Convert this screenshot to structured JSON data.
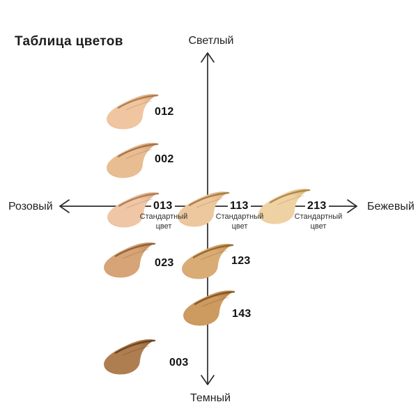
{
  "title": "Таблица цветов",
  "axes": {
    "top": "Светлый",
    "bottom": "Темный",
    "left": "Розовый",
    "right": "Бежевый",
    "line_color": "#2b2b2b"
  },
  "standard_note": {
    "line1": "Стандартный",
    "line2": "цвет"
  },
  "swatches": [
    {
      "code": "012",
      "column": "left",
      "row": 1,
      "is_standard": false,
      "colors": {
        "base": "#F0C6A0",
        "edge": "#DFAC7F",
        "streak": "#9A6638"
      }
    },
    {
      "code": "002",
      "column": "left",
      "row": 2,
      "is_standard": false,
      "colors": {
        "base": "#E9BD92",
        "edge": "#D8A476",
        "streak": "#8F5C32"
      }
    },
    {
      "code": "013",
      "column": "left",
      "row": 3,
      "is_standard": true,
      "colors": {
        "base": "#EFC6A6",
        "edge": "#DEAC86",
        "streak": "#9A6840"
      }
    },
    {
      "code": "113",
      "column": "center",
      "row": 3,
      "is_standard": true,
      "colors": {
        "base": "#EDC89E",
        "edge": "#DCB07C",
        "streak": "#96662F"
      }
    },
    {
      "code": "213",
      "column": "right",
      "row": 3,
      "is_standard": true,
      "colors": {
        "base": "#EFD2A4",
        "edge": "#DEBB7E",
        "streak": "#9A7233"
      }
    },
    {
      "code": "023",
      "column": "left",
      "row": 4,
      "is_standard": false,
      "colors": {
        "base": "#D7A477",
        "edge": "#C58D5C",
        "streak": "#7C4E26"
      }
    },
    {
      "code": "123",
      "column": "center",
      "row": 4,
      "is_standard": false,
      "colors": {
        "base": "#D9AC75",
        "edge": "#C79354",
        "streak": "#7E5420"
      }
    },
    {
      "code": "143",
      "column": "center",
      "row": 5,
      "is_standard": false,
      "colors": {
        "base": "#CD9A60",
        "edge": "#BA8245",
        "streak": "#6B4316"
      }
    },
    {
      "code": "003",
      "column": "left",
      "row": 6,
      "is_standard": false,
      "colors": {
        "base": "#AF7E50",
        "edge": "#9A6A3E",
        "streak": "#553312"
      }
    }
  ]
}
